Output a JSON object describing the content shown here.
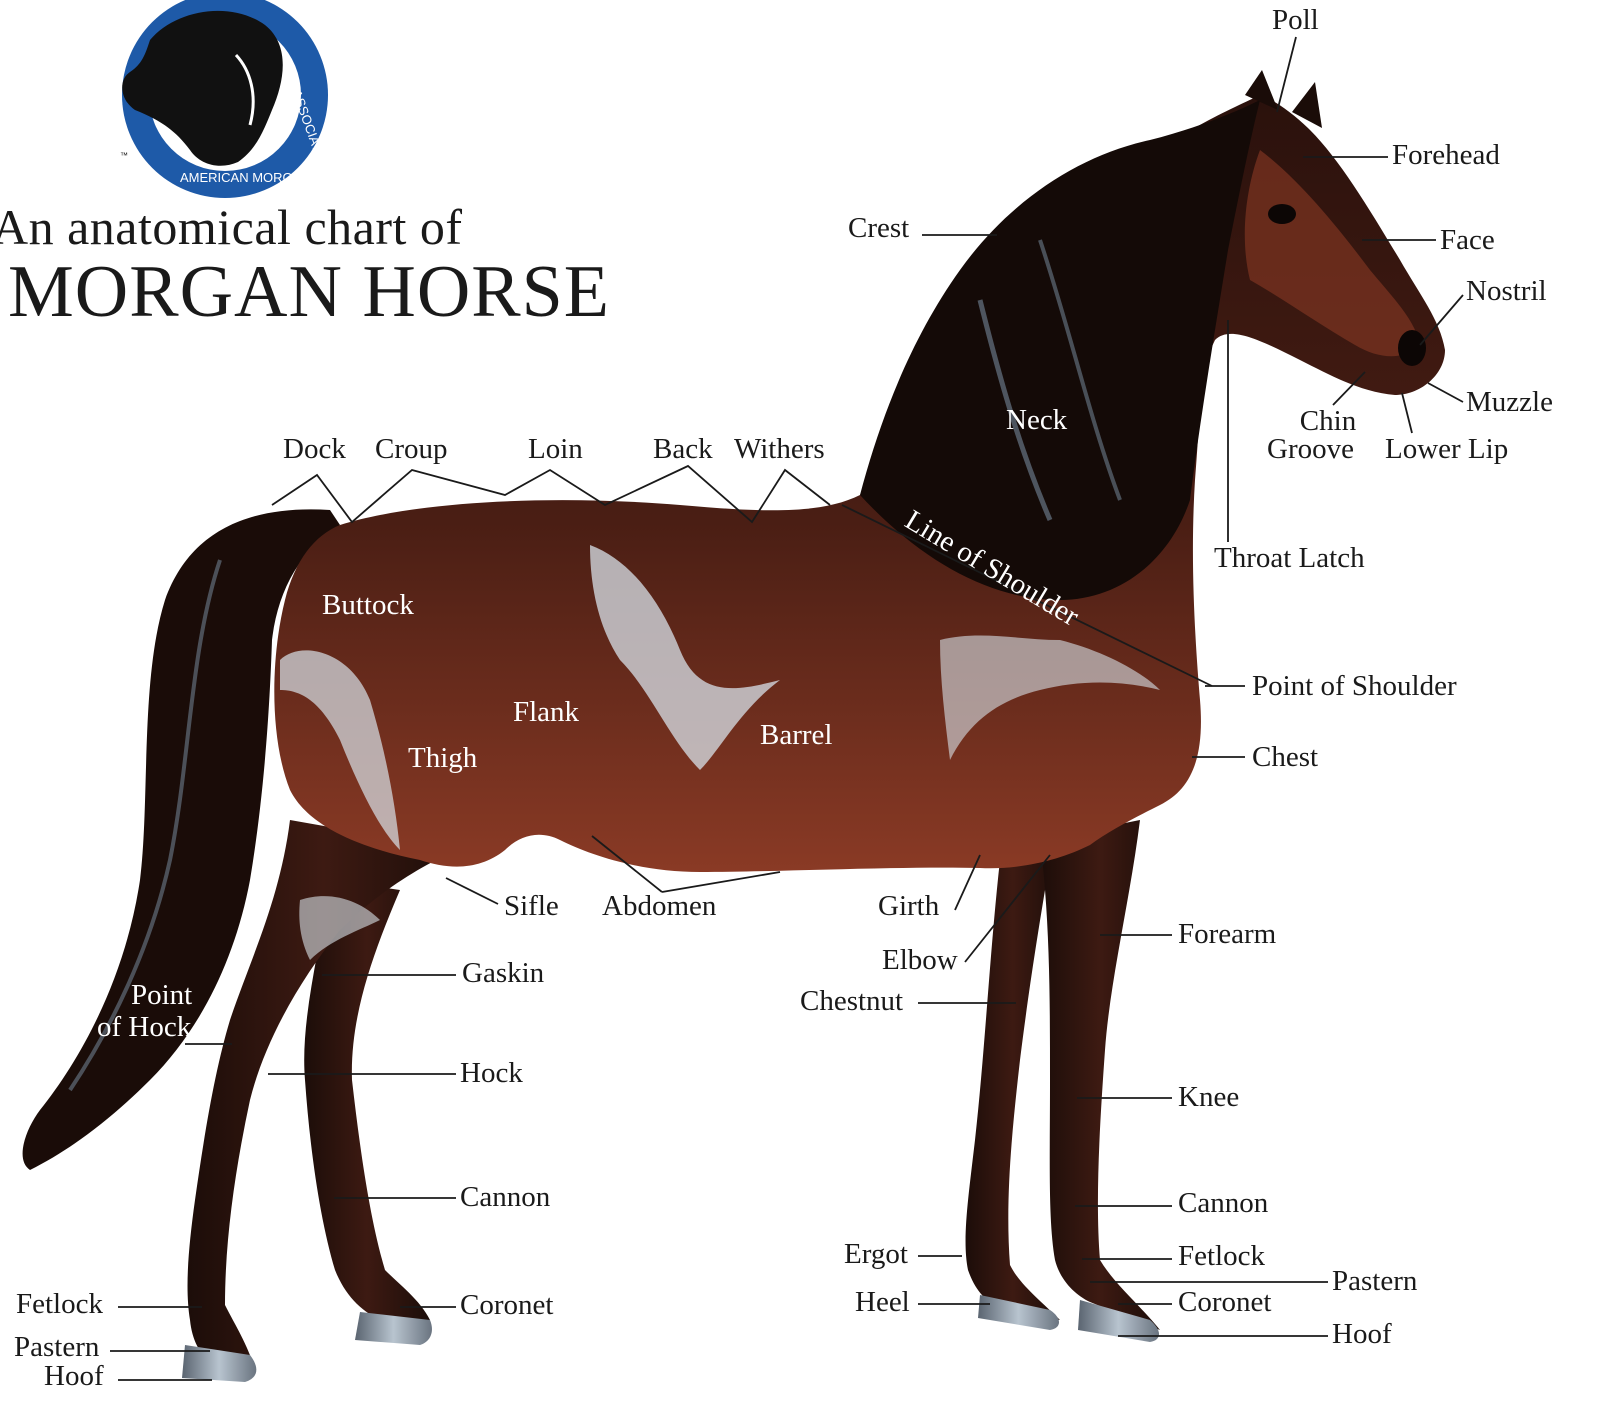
{
  "logo": {
    "ring_text_bottom": "AMERICAN MORGAN HORSE",
    "ring_text_side": "ASSOCIATION",
    "trademark": "™",
    "ring_color": "#1e5aa8"
  },
  "title": {
    "line1": "An anatomical chart of",
    "line2": "MORGAN HORSE"
  },
  "labels": {
    "poll": "Poll",
    "forehead": "Forehead",
    "face": "Face",
    "nostril": "Nostril",
    "muzzle": "Muzzle",
    "chin_groove_1": "Chin",
    "chin_groove_2": "Groove",
    "lower_lip": "Lower Lip",
    "crest": "Crest",
    "neck": "Neck",
    "throat_latch": "Throat Latch",
    "line_of_shoulder": "Line of Shoulder",
    "point_of_shoulder": "Point of Shoulder",
    "chest": "Chest",
    "dock": "Dock",
    "croup": "Croup",
    "loin": "Loin",
    "back": "Back",
    "withers": "Withers",
    "buttock": "Buttock",
    "flank": "Flank",
    "thigh": "Thigh",
    "barrel": "Barrel",
    "sifle": "Sifle",
    "abdomen": "Abdomen",
    "girth": "Girth",
    "elbow": "Elbow",
    "forearm": "Forearm",
    "chestnut": "Chestnut",
    "gaskin": "Gaskin",
    "point_of_hock_1": "Point",
    "point_of_hock_2": "of Hock",
    "hock": "Hock",
    "cannon_hind": "Cannon",
    "knee": "Knee",
    "cannon_front": "Cannon",
    "ergot": "Ergot",
    "fetlock_front": "Fetlock",
    "pastern_front": "Pastern",
    "heel": "Heel",
    "coronet_front": "Coronet",
    "hoof_front": "Hoof",
    "fetlock_hind": "Fetlock",
    "pastern_hind": "Pastern",
    "hoof_hind": "Hoof",
    "coronet_hind": "Coronet"
  },
  "colors": {
    "coat": "#3a1a12",
    "coat_highlight": "#8a3a25",
    "sheen": "#d8e2ea",
    "hoof": "#7a8a9a",
    "leader_line": "#1a1a1a"
  }
}
